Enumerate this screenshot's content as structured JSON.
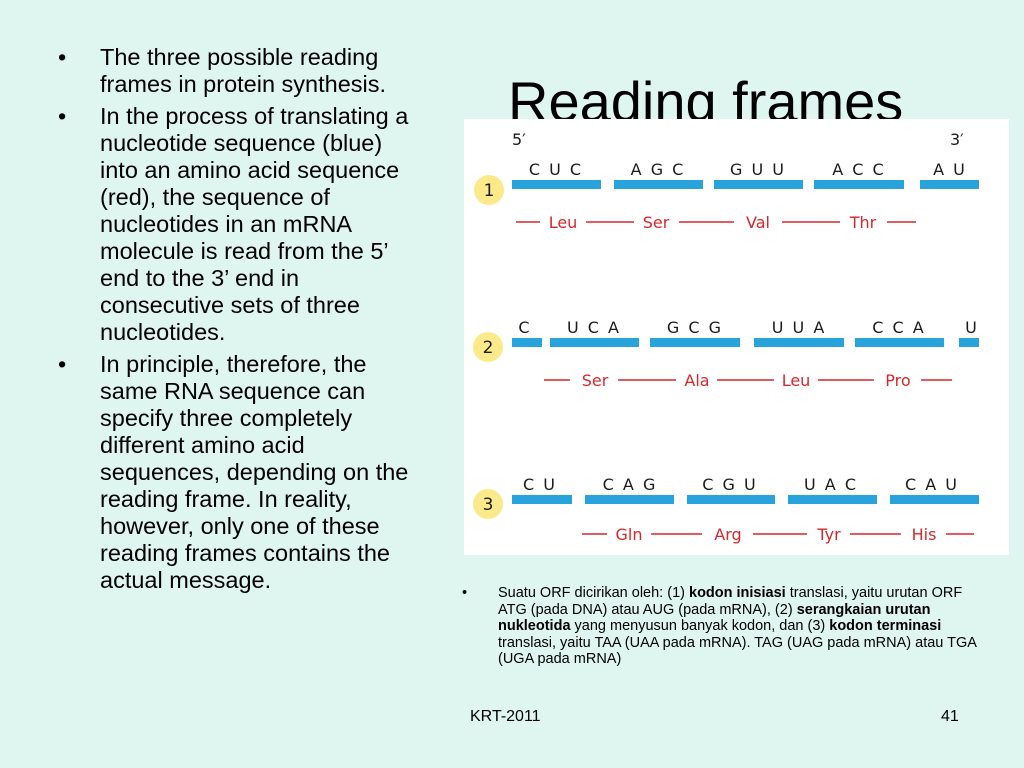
{
  "slide": {
    "title": "Reading frames",
    "left_bullets": [
      "The three possible reading frames in protein synthesis.",
      "In the process of translating a nucleotide sequence (blue) into an amino acid sequence (red), the sequence of nucleotides in an mRNA molecule is read from the 5’ end to the 3’ end in consecutive sets of three nucleotides.",
      "In principle, therefore, the same RNA sequence can specify three completely different amino acid sequences, depending on the reading frame. In reality, however, only one of these reading frames contains the actual message."
    ],
    "bullet_char": "•",
    "right_bullet": {
      "p1": "Suatu ORF dicirikan oleh: (1) ",
      "b1": "kodon inisiasi",
      "p2": " translasi, yaitu urutan ORF ATG (pada DNA) atau AUG (pada mRNA), (2) ",
      "b2": "serangkaian urutan nukleotida",
      "p3": " yang menyusun banyak kodon, dan (3) ",
      "b3": "kodon terminasi",
      "p4": " translasi, yaitu TAA (UAA pada mRNA). TAG (UAG pada mRNA) atau TGA (UGA pada mRNA)"
    },
    "footer_left": "KRT-2011",
    "footer_right": "41"
  },
  "figure": {
    "end5": "5′",
    "end3": "3′",
    "bar_color": "#29a3dc",
    "badge_color": "#fbe98a",
    "amino_color": "#d9262b",
    "frames": [
      {
        "number": "1",
        "codons": [
          "C U C",
          "A G C",
          "G U U",
          "A C C",
          "A U"
        ],
        "amino_acids": [
          "Leu",
          "Ser",
          "Val",
          "Thr"
        ]
      },
      {
        "number": "2",
        "codons": [
          "C",
          "U C A",
          "G C G",
          "U U A",
          "C C A",
          "U"
        ],
        "amino_acids": [
          "Ser",
          "Ala",
          "Leu",
          "Pro"
        ]
      },
      {
        "number": "3",
        "codons": [
          "C U",
          "C A G",
          "C G U",
          "U A C",
          "C A U"
        ],
        "amino_acids": [
          "Gln",
          "Arg",
          "Tyr",
          "His"
        ]
      }
    ]
  }
}
